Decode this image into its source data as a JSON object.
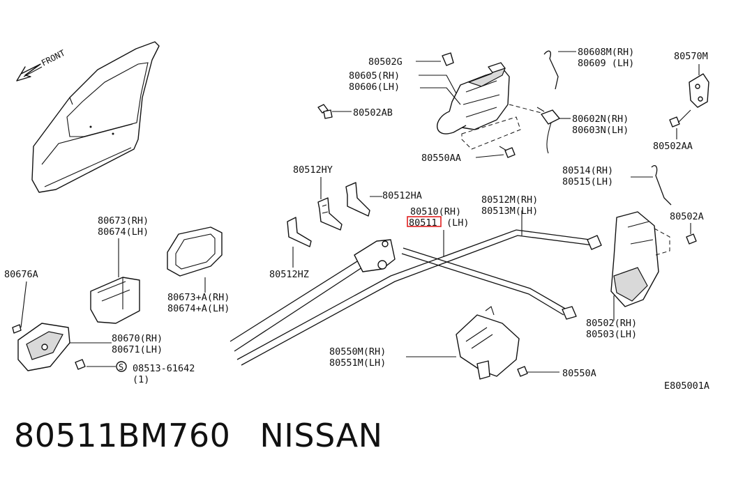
{
  "labels": {
    "front": "FRONT",
    "p80502G": "80502G",
    "p80605": "80605(RH)",
    "p80606": "80606(LH)",
    "p80502AB": "80502AB",
    "p80550AA": "80550AA",
    "p80608M": "80608M(RH)",
    "p80609": "80609 (LH)",
    "p80570M": "80570M",
    "p80602N": "80602N(RH)",
    "p80603N": "80603N(LH)",
    "p80502AA": "80502AA",
    "p80512HY": "80512HY",
    "p80512HA": "80512HA",
    "p80512HZ": "80512HZ",
    "p80510": "80510(RH)",
    "p80511": "80511",
    "p80511lh": "(LH)",
    "p80512M": "80512M(RH)",
    "p80513M": "80513M(LH)",
    "p80514": "80514(RH)",
    "p80515": "80515(LH)",
    "p80502A": "80502A",
    "p80673": "80673(RH)",
    "p80674": "80674(LH)",
    "p80673A": "80673+A(RH)",
    "p80674A": "80674+A(LH)",
    "p80676A": "80676A",
    "p80670": "80670(RH)",
    "p80671": "80671(LH)",
    "p08513": "08513-61642",
    "p08513qty": "(1)",
    "p80502": "80502(RH)",
    "p80503": "80503(LH)",
    "p80550M": "80550M(RH)",
    "p80551M": "80551M(LH)",
    "p80550A": "80550A",
    "diagramCode": "E805001A"
  },
  "highlight": {
    "color": "#e02020"
  },
  "footer": {
    "partNumber": "80511BM760",
    "brand": "NISSAN"
  }
}
